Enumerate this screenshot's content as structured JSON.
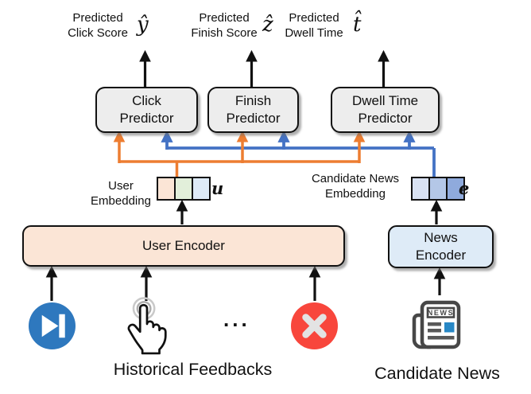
{
  "colors": {
    "orange": "#ED7D31",
    "blue": "#4472C4",
    "predictor_fill": "#EDEDED",
    "user_fill": "#FBE5D6",
    "news_fill": "#DEEBF7",
    "play_blue": "#2E78BE",
    "x_red": "#F8463C",
    "newspaper_gray": "#474747",
    "newspaper_accent": "#2787C5"
  },
  "outputs": [
    {
      "line1": "Predicted",
      "line2": "Click Score",
      "symbol": "ŷ"
    },
    {
      "line1": "Predicted",
      "line2": "Finish Score",
      "symbol": "ẑ"
    },
    {
      "line1": "Predicted",
      "line2": "Dwell Time",
      "symbol": "t̂"
    }
  ],
  "predictors": [
    {
      "line1": "Click",
      "line2": "Predictor"
    },
    {
      "line1": "Finish",
      "line2": "Predictor"
    },
    {
      "line1": "Dwell Time",
      "line2": "Predictor"
    }
  ],
  "user_embedding": {
    "line1": "User",
    "line2": "Embedding",
    "symbol": "u",
    "cells": [
      "#FBE5D6",
      "#E2EFDA",
      "#DEEBF7"
    ]
  },
  "news_embedding": {
    "line1": "Candidate News",
    "line2": "Embedding",
    "symbol": "e",
    "cells": [
      "#D9E2F3",
      "#B4C7E7",
      "#8FAADC"
    ]
  },
  "encoders": {
    "user": "User Encoder",
    "news_line1": "News",
    "news_line2": "Encoder"
  },
  "inputs": {
    "ellipsis": "...",
    "newspaper_text": "NEWS",
    "historical_label": "Historical Feedbacks",
    "candidate_label": "Candidate News"
  }
}
